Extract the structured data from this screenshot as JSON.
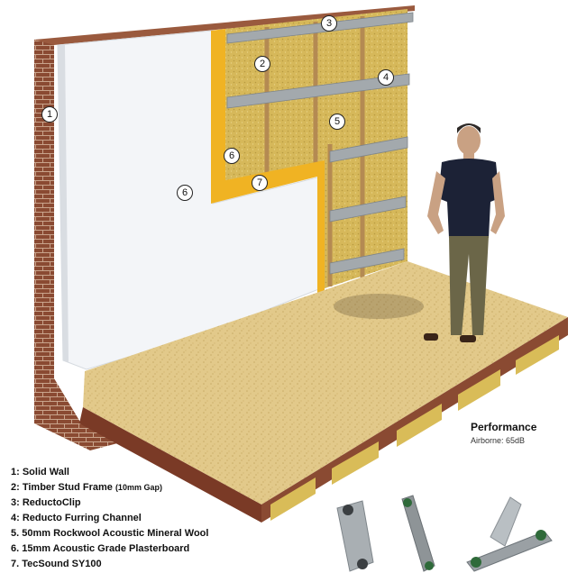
{
  "callouts": [
    "1",
    "2",
    "3",
    "4",
    "5",
    "6",
    "7"
  ],
  "legend": [
    {
      "text": "1: Solid Wall",
      "suffix": ""
    },
    {
      "text": "2: Timber Stud Frame ",
      "suffix": "(10mm Gap)"
    },
    {
      "text": "3: ReductoClip",
      "suffix": ""
    },
    {
      "text": "4: Reducto Furring Channel",
      "suffix": ""
    },
    {
      "text": "5. 50mm Rockwool Acoustic Mineral Wool",
      "suffix": ""
    },
    {
      "text": "6. 15mm Acoustic Grade Plasterboard",
      "suffix": ""
    },
    {
      "text": "7. TecSound SY100",
      "suffix": ""
    }
  ],
  "performance": {
    "title": "Performance",
    "value": "Airborne: 65dB"
  },
  "colors": {
    "brick": "#8a4a32",
    "mineral_wool": "#d9bc58",
    "membrane": "#f0b323",
    "board": "#f4f6f8",
    "floor": "#e2c98a",
    "channel": "#9aa0a4",
    "timber": "#7a3a26"
  }
}
